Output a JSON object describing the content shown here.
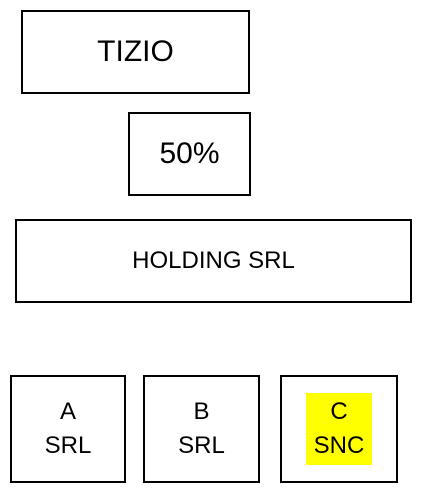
{
  "owner": {
    "label": "TIZIO"
  },
  "ownership": {
    "label": "50%"
  },
  "holding": {
    "label": "HOLDING SRL"
  },
  "subsidiaries": [
    {
      "name": "A",
      "type": "SRL"
    },
    {
      "name": "B",
      "type": "SRL"
    },
    {
      "name": "C",
      "type": "SNC",
      "highlight_color": "#ffff00"
    }
  ]
}
